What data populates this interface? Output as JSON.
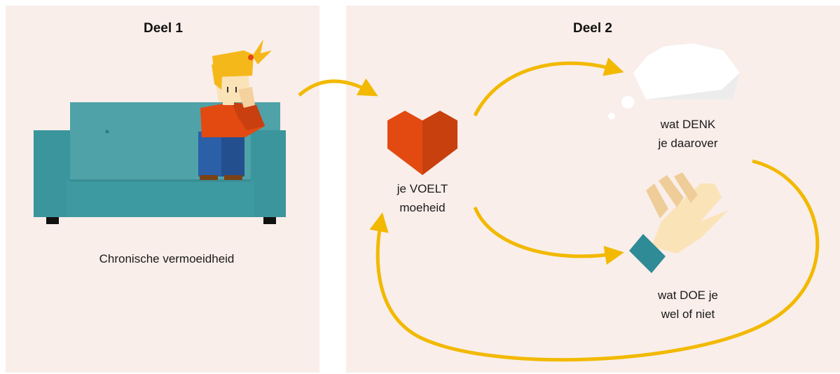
{
  "part1": {
    "title": "Deel 1",
    "caption": "Chronische vermoeidheid"
  },
  "part2": {
    "title": "Deel 2",
    "feel": {
      "line1": "je VOELT",
      "line2": "moeheid",
      "icon": "heart-icon"
    },
    "think": {
      "line1": "wat DENK",
      "line2": "je daarover",
      "icon": "thought-cloud-icon"
    },
    "do": {
      "line1": "wat DOE je",
      "line2": "wel of niet",
      "icon": "hand-icon"
    }
  },
  "colors": {
    "panel_bg": "#f9eeea",
    "arrow": "#f2b900",
    "sofa": "#3e9aa1",
    "heart": "#e24a12",
    "hair": "#f5b81a",
    "shirt": "#e24a12",
    "jeans": "#2b5fa8",
    "hand": "#fbe3b8",
    "cuff": "#2f8b95"
  }
}
